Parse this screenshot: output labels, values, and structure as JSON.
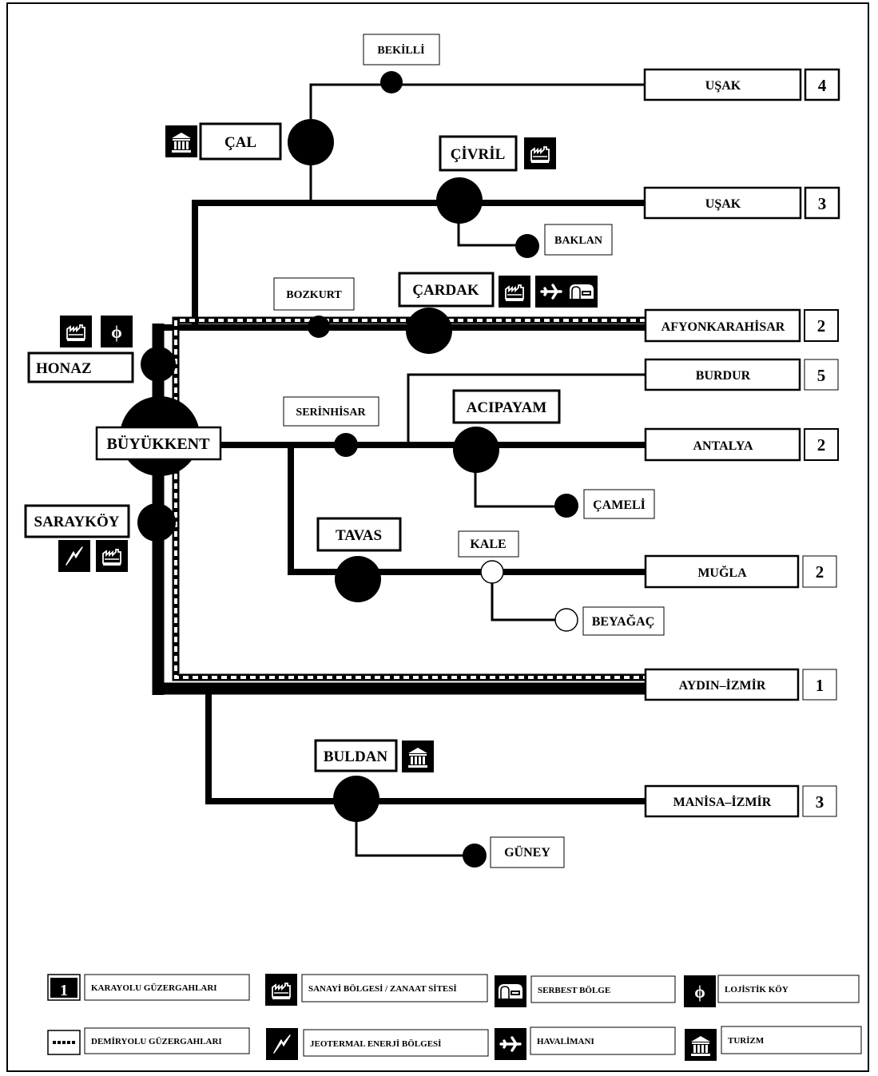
{
  "center": "BÜYÜKKENT",
  "towns": {
    "cal": "ÇAL",
    "civril": "ÇİVRİL",
    "cardak": "ÇARDAK",
    "honaz": "HONAZ",
    "acipayam": "ACIPAYAM",
    "saraykoy": "SARAYKÖY",
    "tavas": "TAVAS",
    "buldan": "BULDAN"
  },
  "villages": {
    "bekilli": "BEKİLLİ",
    "baklan": "BAKLAN",
    "bozkurt": "BOZKURT",
    "serinhisar": "SERİNHİSAR",
    "cameli": "ÇAMELİ",
    "kale": "KALE",
    "beyagac": "BEYAĞAÇ",
    "guney": "GÜNEY"
  },
  "destinations": [
    {
      "name": "UŞAK",
      "route": "4"
    },
    {
      "name": "UŞAK",
      "route": "3"
    },
    {
      "name": "AFYONKARAHİSAR",
      "route": "2"
    },
    {
      "name": "BURDUR",
      "route": "5"
    },
    {
      "name": "ANTALYA",
      "route": "2"
    },
    {
      "name": "MUĞLA",
      "route": "2"
    },
    {
      "name": "AYDIN–İZMİR",
      "route": "1"
    },
    {
      "name": "MANİSA–İZMİR",
      "route": "3"
    }
  ],
  "legend": {
    "road_number": "1",
    "road": "KARAYOLU GÜZERGAHLARI",
    "industry": "SANAYİ BÖLGESİ / ZANAAT SİTESİ",
    "free_zone": "SERBEST BÖLGE",
    "logistics": "LOJİSTİK KÖY",
    "railway": "DEMİRYOLU GÜZERGAHLARI",
    "geothermal": "JEOTERMAL ENERJİ BÖLGESİ",
    "airport": "HAVALİMANI",
    "tourism": "TURİZM",
    "logistics_symbol": "ϕ"
  },
  "icons": [
    "factory-icon",
    "tourism-icon",
    "airport-icon",
    "free-zone-icon",
    "logistics-icon",
    "geothermal-icon"
  ]
}
